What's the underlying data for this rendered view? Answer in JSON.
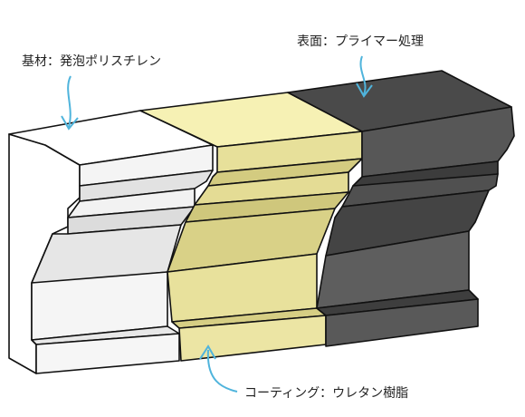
{
  "labels": {
    "substrate": "基材：発泡ポリスチレン",
    "surface": "表面：プライマー処理",
    "coating": "コーティング：ウレタン樹脂"
  },
  "colors": {
    "foam_front": "#ffffff",
    "foam_mid": "#ececec",
    "foam_shade": "#dcdcdc",
    "coat_top": "#f6f1b4",
    "coat_front": "#e7e09a",
    "coat_shade": "#d3cb80",
    "primer_top": "#4a4a4a",
    "primer_front": "#5a5a5a",
    "primer_shade": "#3c3c3c",
    "arrow": "#4fb4dc",
    "outline": "#111111"
  },
  "icons": {
    "arrow": "curved-pointer-arrow"
  }
}
